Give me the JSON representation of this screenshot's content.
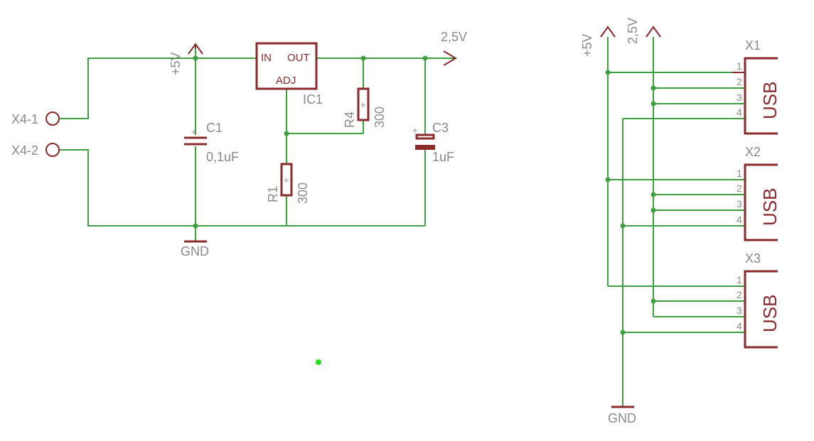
{
  "connectors": {
    "x4_1": "X4-1",
    "x4_2": "X4-2"
  },
  "supply": {
    "v5_left": "+5V",
    "v25_out": "2,5V",
    "gnd_left": "GND",
    "v5_right": "+5V",
    "v25_right": "2,5V",
    "gnd_right": "GND"
  },
  "regulator": {
    "name": "IC1",
    "pin_in": "IN",
    "pin_out": "OUT",
    "pin_adj": "ADJ"
  },
  "c1": {
    "name": "C1",
    "value": "0,1uF"
  },
  "c3": {
    "name": "C3",
    "value": "1uF"
  },
  "r1": {
    "name": "R1",
    "value": "300"
  },
  "r4": {
    "name": "R4",
    "value": "300"
  },
  "usb_label": "USB",
  "usb_connectors": [
    {
      "name": "X1",
      "pins": [
        "1",
        "2",
        "3",
        "4"
      ]
    },
    {
      "name": "X2",
      "pins": [
        "1",
        "2",
        "3",
        "4"
      ]
    },
    {
      "name": "X3",
      "pins": [
        "1",
        "2",
        "3",
        "4"
      ]
    }
  ],
  "colors": {
    "wire": "#3fa040",
    "symbol": "#8b2a2a",
    "label": "#8a8a8a",
    "marker": "#22e022"
  }
}
